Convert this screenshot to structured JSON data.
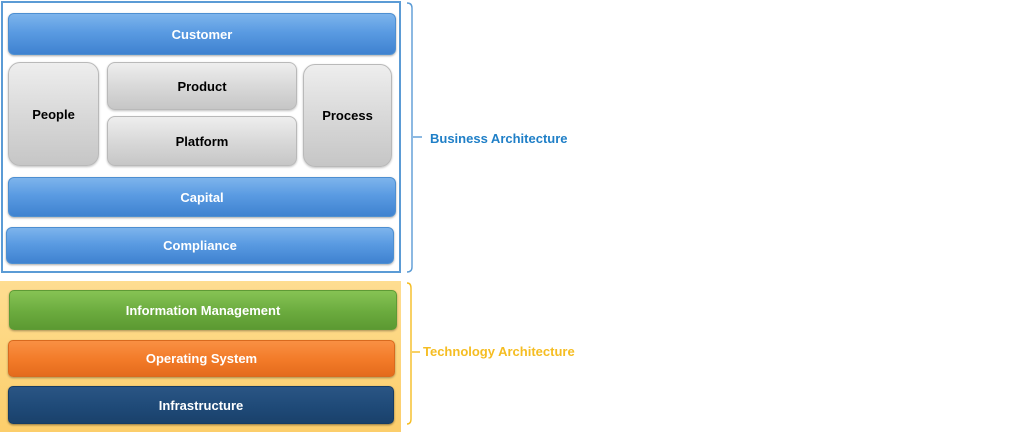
{
  "business": {
    "label": "Business Architecture",
    "color": "#1f7fc7",
    "customer": "Customer",
    "people": "People",
    "product": "Product",
    "platform": "Platform",
    "process": "Process",
    "capital": "Capital",
    "compliance": "Compliance"
  },
  "technology": {
    "label": "Technology Architecture",
    "color": "#f5bd22",
    "information_management": "Information Management",
    "operating_system": "Operating System",
    "infrastructure": "Infrastructure"
  }
}
